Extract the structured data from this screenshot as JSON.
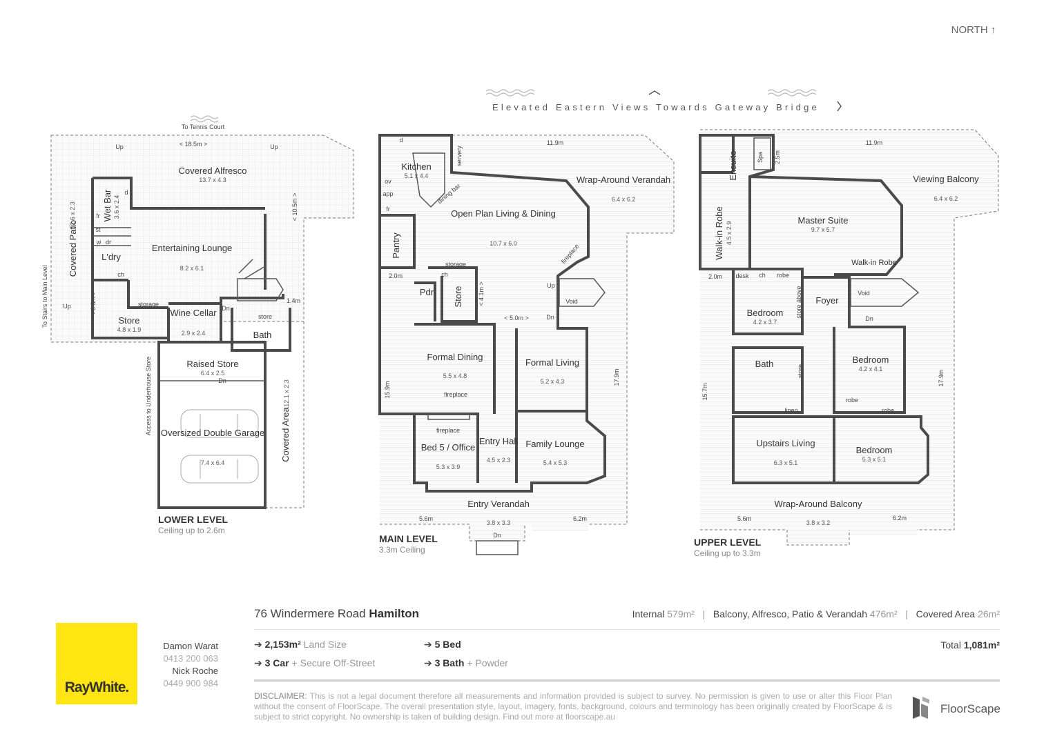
{
  "north_label": "NORTH ↑",
  "views_label": "Elevated Eastern Views Towards Gateway Bridge",
  "lower": {
    "title": "LOWER LEVEL",
    "subtitle": "Ceiling up to 2.6m",
    "rooms": [
      {
        "name": "Covered Alfresco",
        "dim": "13.7 x 4.3"
      },
      {
        "name": "Wet Bar",
        "dim": "3.6 x 2.4"
      },
      {
        "name": "Entertaining Lounge",
        "dim": "8.2 x 6.1"
      },
      {
        "name": "L'dry",
        "dim": ""
      },
      {
        "name": "Store",
        "dim": "4.8 x 1.9"
      },
      {
        "name": "Wine Cellar",
        "dim": "2.9 x 2.4"
      },
      {
        "name": "Bath",
        "dim": ""
      },
      {
        "name": "Raised Store",
        "dim": "6.4 x 2.5"
      },
      {
        "name": "Oversized Double Garage",
        "dim": "7.4 x 6.4"
      },
      {
        "name": "Covered Patio",
        "dim": "12.6 x 2.3"
      },
      {
        "name": "Covered Area",
        "dim": "12.1 x 2.3"
      }
    ],
    "notes": [
      "To Tennis Court",
      "< 18.5m >",
      "Up",
      "Up",
      "< 10.5m >",
      "To Stairs to Main Level",
      "Up",
      "< 3.8m >",
      "storage",
      "1.4m",
      "Dn",
      "store",
      "Dn",
      "Access to Underhouse Store",
      "fr",
      "st",
      "w",
      "dr",
      "d",
      "ch"
    ]
  },
  "main": {
    "title": "MAIN LEVEL",
    "subtitle": "3.3m Ceiling",
    "rooms": [
      {
        "name": "Kitchen",
        "dim": "5.1 x 4.4"
      },
      {
        "name": "Open Plan Living & Dining",
        "dim": "10.7 x 6.0"
      },
      {
        "name": "Wrap-Around Verandah",
        "dim": "6.4 x 6.2"
      },
      {
        "name": "Pantry",
        "dim": ""
      },
      {
        "name": "Pdr",
        "dim": ""
      },
      {
        "name": "Store",
        "dim": ""
      },
      {
        "name": "Formal Dining",
        "dim": "5.5 x 4.8"
      },
      {
        "name": "Formal Living",
        "dim": "5.2 x 4.3"
      },
      {
        "name": "Bed 5 / Office",
        "dim": "5.3 x 3.9"
      },
      {
        "name": "Entry Hall",
        "dim": "4.5 x 2.3"
      },
      {
        "name": "Family Lounge",
        "dim": "5.4 x 5.3"
      },
      {
        "name": "Entry Verandah",
        "dim": "3.8 x 3.3"
      }
    ],
    "notes": [
      "11.9m",
      "servery",
      "dining bar",
      "ov",
      "app",
      "fr",
      "d",
      "2.0m",
      "storage",
      "ch",
      "< 4.1m >",
      "fireplace",
      "Up",
      "Void",
      "Dn",
      "< 5.0m >",
      "15.9m",
      "17.9m",
      "fireplace",
      "fireplace",
      "5.6m",
      "6.2m",
      "Dn"
    ]
  },
  "upper": {
    "title": "UPPER LEVEL",
    "subtitle": "Ceiling up to 3.3m",
    "rooms": [
      {
        "name": "Ensuite",
        "dim": ""
      },
      {
        "name": "Spa",
        "dim": "2.5m"
      },
      {
        "name": "Viewing Balcony",
        "dim": "6.4 x 6.2"
      },
      {
        "name": "Walk-in Robe",
        "dim": "4.5 x 2.9"
      },
      {
        "name": "Master Suite",
        "dim": "9.7 x 5.7"
      },
      {
        "name": "Walk-in Robe",
        "dim": ""
      },
      {
        "name": "Bedroom",
        "dim": "4.2 x 3.7"
      },
      {
        "name": "Foyer",
        "dim": ""
      },
      {
        "name": "Bath",
        "dim": ""
      },
      {
        "name": "Bedroom",
        "dim": "4.2 x 4.1"
      },
      {
        "name": "Upstairs Living",
        "dim": "6.3 x 5.1"
      },
      {
        "name": "Bedroom",
        "dim": "5.3 x 5.1"
      },
      {
        "name": "Wrap-Around Balcony",
        "dim": "3.8 x 3.2"
      }
    ],
    "notes": [
      "11.9m",
      "2.0m",
      "desk",
      "ch",
      "robe",
      "store above",
      "Void",
      "Dn",
      "store",
      "robe",
      "robe",
      "linen",
      "15.7m",
      "17.9m",
      "5.6m",
      "6.2m"
    ]
  },
  "footer": {
    "address_street": "76 Windermere Road",
    "address_suburb": "Hamilton",
    "internal_label": "Internal",
    "internal_value": "579m²",
    "balcony_label": "Balcony, Alfresco, Patio & Verandah",
    "balcony_value": "476m²",
    "covered_label": "Covered Area",
    "covered_value": "26m²",
    "land_value": "2,153m²",
    "land_label": "Land Size",
    "car_value": "3 Car",
    "car_label": "+ Secure Off-Street",
    "bed_value": "5 Bed",
    "bath_value": "3 Bath",
    "bath_label": "+ Powder",
    "total_label": "Total",
    "total_value": "1,081m²",
    "agent1_name": "Damon Warat",
    "agent1_phone": "0413 200 063",
    "agent2_name": "Nick Roche",
    "agent2_phone": "0449 900 984",
    "brand_logo": "RayWhite.",
    "brand_color": "#ffe512",
    "disclaimer_lead": "DISCLAIMER:",
    "disclaimer": "This is not a legal document therefore all measurements and information provided is subject to survey. No permission is given to use or alter this Floor Plan without the consent of FloorScape. The overall presentation style, layout, imagery, fonts, background, colours and terminology has been originally created by FloorScape & is subject to strict copyright. No ownership is taken of building design. Find out more at floorscape.au",
    "floorscape": "FloorScape"
  }
}
